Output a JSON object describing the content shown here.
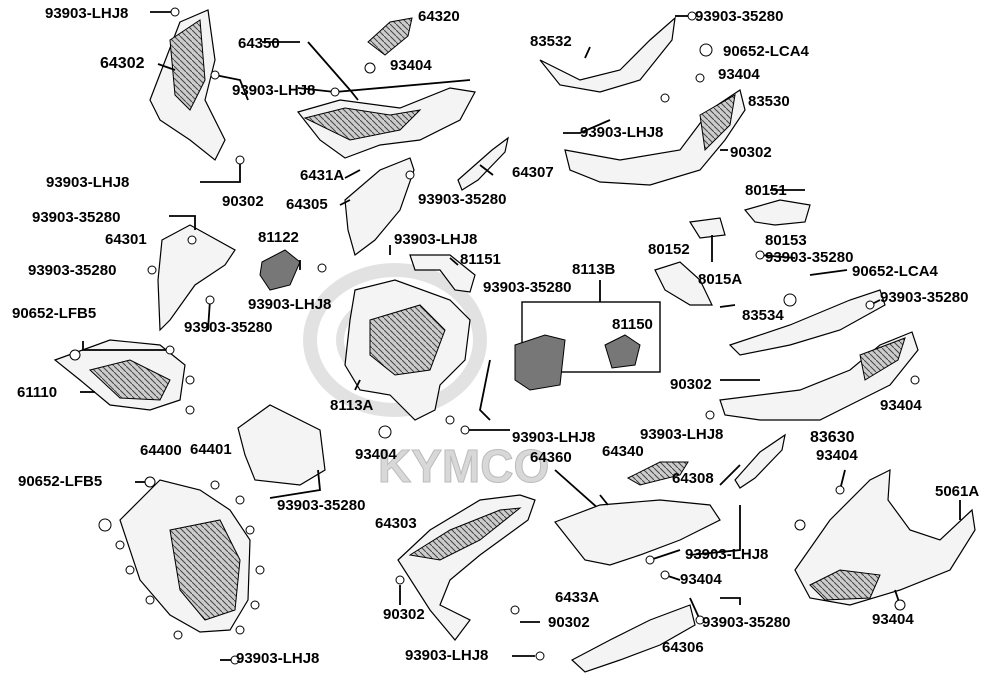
{
  "watermark": "KYMCO",
  "labels": {
    "l1": "93903-LHJ8",
    "l2": "64320",
    "l3": "93903-35280",
    "l4": "64350",
    "l5": "64302",
    "l6": "93404",
    "l7": "93903-LHJ8",
    "l8": "83532",
    "l9": "90652-LCA4",
    "l10": "93404",
    "l11": "83530",
    "l12": "93903-LHJ8",
    "l13": "90302",
    "l14": "6431A",
    "l15": "64307",
    "l16": "93903-LHJ8",
    "l17": "90302",
    "l18": "64305",
    "l19": "93903-35280",
    "l20": "80151",
    "l21": "93903-35280",
    "l22": "64301",
    "l23": "81122",
    "l24": "93903-LHJ8",
    "l25": "81151",
    "l26": "80152",
    "l27": "80153",
    "l28": "93903-35280",
    "l29": "8113B",
    "l30": "93903-35280",
    "l31": "93903-LHJ8",
    "l32": "8015A",
    "l33": "90652-LCA4",
    "l34": "93903-35280",
    "l35": "90652-LFB5",
    "l36": "93903-35280",
    "l37": "81150",
    "l38": "83534",
    "l39": "61110",
    "l40": "8113A",
    "l41": "90302",
    "l42": "93404",
    "l43": "93903-LHJ8",
    "l44": "93903-LHJ8",
    "l45": "83630",
    "l46": "64400",
    "l47": "64401",
    "l48": "93404",
    "l49": "64360",
    "l50": "64340",
    "l51": "93404",
    "l52": "90652-LFB5",
    "l53": "64308",
    "l54": "5061A",
    "l55": "93903-35280",
    "l56": "64303",
    "l57": "93903-LHJ8",
    "l58": "93404",
    "l59": "6433A",
    "l60": "90302",
    "l61": "90302",
    "l62": "93903-35280",
    "l63": "93404",
    "l64": "64306",
    "l65": "93903-LHJ8",
    "l66": "93903-LHJ8"
  }
}
